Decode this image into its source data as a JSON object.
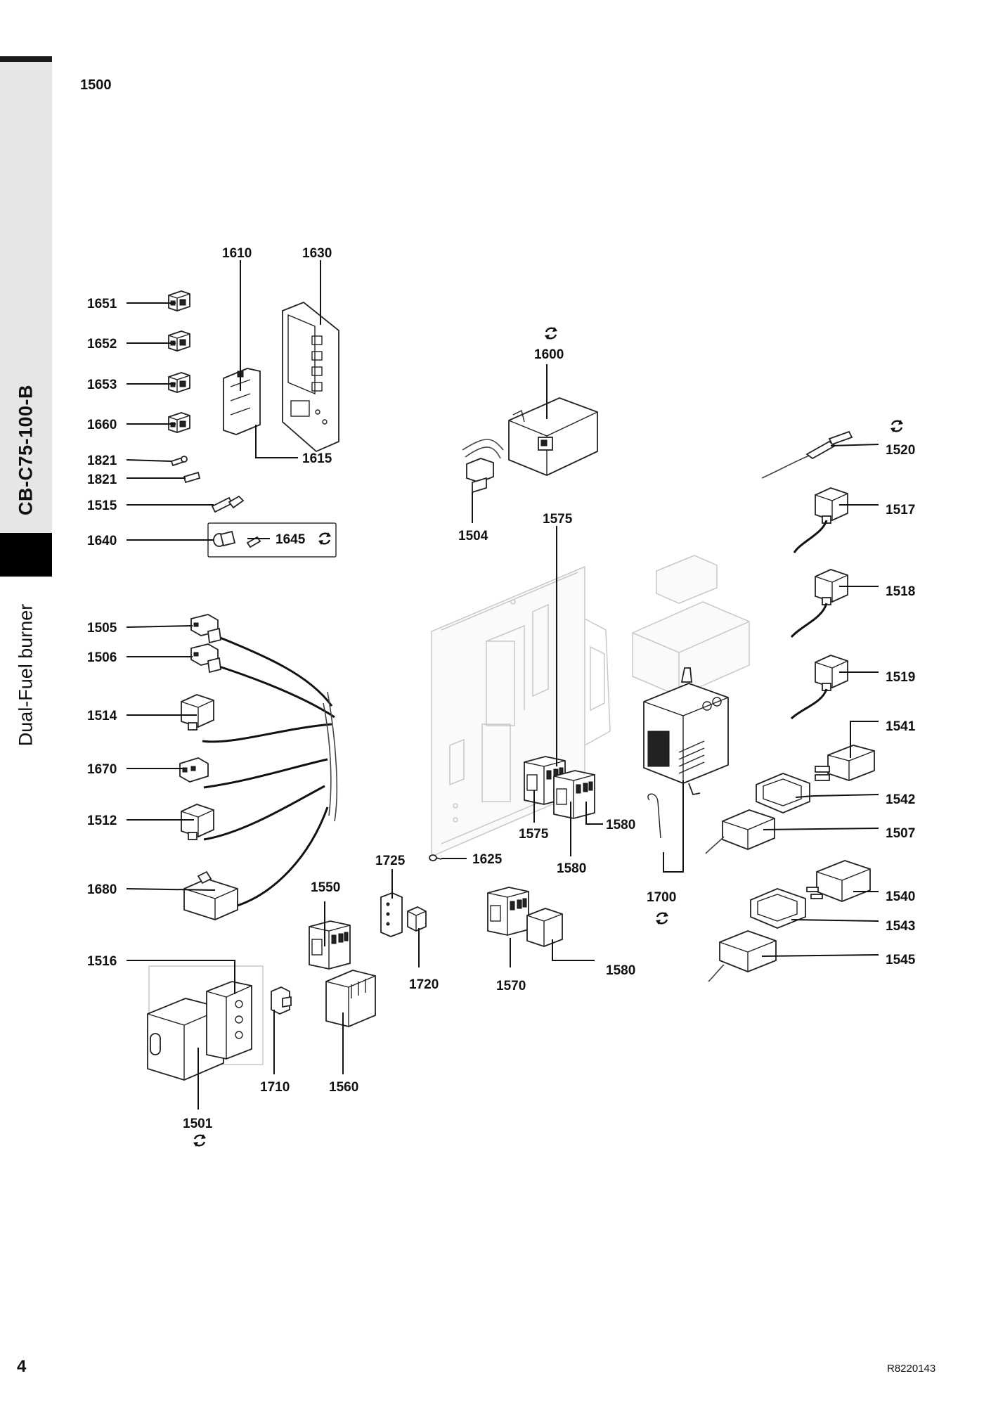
{
  "document": {
    "model": "CB-C75-100-B",
    "subtitle": "Dual-Fuel burner",
    "title": "1500",
    "page_number": "4",
    "reference": "R8220143"
  },
  "callouts": {
    "c1610": "1610",
    "c1630": "1630",
    "c1651": "1651",
    "c1652": "1652",
    "c1653": "1653",
    "c1660": "1660",
    "c1821a": "1821",
    "c1821b": "1821",
    "c1615": "1615",
    "c1515": "1515",
    "c1640": "1640",
    "c1645": "1645",
    "c1600": "1600",
    "c1504": "1504",
    "c1575a": "1575",
    "c1520": "1520",
    "c1517": "1517",
    "c1518": "1518",
    "c1519": "1519",
    "c1541": "1541",
    "c1542": "1542",
    "c1507": "1507",
    "c1505": "1505",
    "c1506": "1506",
    "c1514": "1514",
    "c1670": "1670",
    "c1512": "1512",
    "c1680": "1680",
    "c1575b": "1575",
    "c1580a": "1580",
    "c1580b": "1580",
    "c1725": "1725",
    "c1625": "1625",
    "c1550": "1550",
    "c1700": "1700",
    "c1540": "1540",
    "c1543": "1543",
    "c1545": "1545",
    "c1516": "1516",
    "c1720": "1720",
    "c1570": "1570",
    "c1580c": "1580",
    "c1710": "1710",
    "c1560": "1560",
    "c1501": "1501"
  },
  "exchange_symbol_parts": [
    "1600",
    "1520",
    "1645",
    "1700",
    "1501"
  ]
}
